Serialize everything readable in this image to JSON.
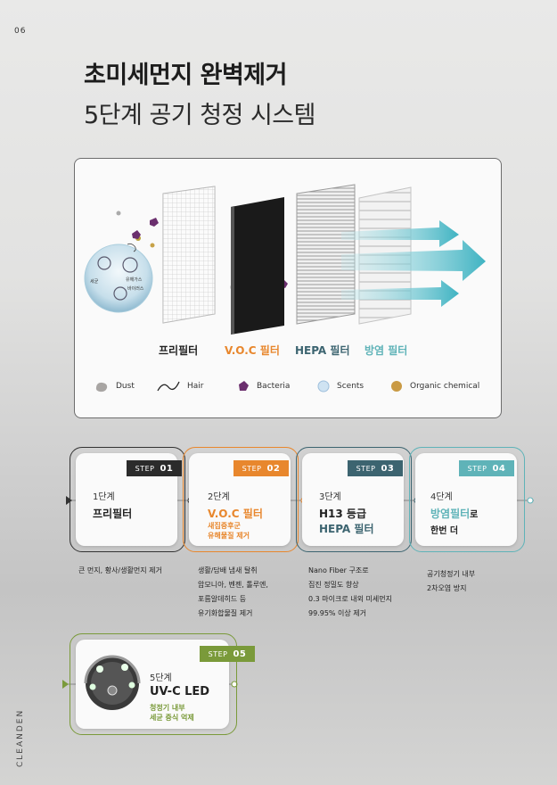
{
  "page": {
    "number": "06",
    "brand": "CLEANDEN"
  },
  "title": {
    "line1": "초미세먼지 완벽제거",
    "line2": "5단계 공기 청정 시스템"
  },
  "diagram": {
    "bubble_labels": [
      "유해가스",
      "세균",
      "바이러스"
    ],
    "filters": [
      {
        "label": "프리필터",
        "color": "#222222"
      },
      {
        "label": "V.O.C 필터",
        "color": "#e8872d"
      },
      {
        "label": "HEPA 필터",
        "color": "#3c6470"
      },
      {
        "label": "방염 필터",
        "color": "#5fb3b8"
      }
    ],
    "legend": [
      {
        "label": "Dust",
        "icon": "dust-icon"
      },
      {
        "label": "Hair",
        "icon": "hair-icon"
      },
      {
        "label": "Bacteria",
        "icon": "bacteria-icon"
      },
      {
        "label": "Scents",
        "icon": "scents-icon"
      },
      {
        "label": "Organic chemical",
        "icon": "organic-chemical-icon"
      }
    ]
  },
  "steps": [
    {
      "tag": "STEP",
      "no": "01",
      "color": "#2b2b2b",
      "num_label": "1단계",
      "name": "프리필터",
      "sub": "",
      "desc": [
        "큰 먼지, 황사/생활먼지 제거"
      ]
    },
    {
      "tag": "STEP",
      "no": "02",
      "color": "#e8872d",
      "num_label": "2단계",
      "name": "V.O.C 필터",
      "sub": "새집증후군\n유해물질 제거",
      "desc": [
        "생활/담배 냄새 탈취",
        "암모니아, 벤젠, 톨루엔,",
        "포름알데히드 등",
        "유기화합물질 제거"
      ]
    },
    {
      "tag": "STEP",
      "no": "03",
      "color": "#3c6470",
      "num_label": "3단계",
      "name": "H13 등급",
      "name2": "HEPA 필터",
      "desc": [
        "Nano Fiber 구조로",
        "집진 정밀도 향상",
        "0.3 마이크로 내외 미세먼지",
        "99.95% 이상 제거"
      ]
    },
    {
      "tag": "STEP",
      "no": "04",
      "color": "#5fb3b8",
      "num_label": "4단계",
      "name_color_part": "방염필터",
      "name_rest": "로",
      "name2": "한번 더",
      "desc": [
        "공기청정기 내부",
        "2차오염 방지"
      ]
    },
    {
      "tag": "STEP",
      "no": "05",
      "color": "#7a9a3a",
      "num_label": "5단계",
      "name": "UV-C LED",
      "sub": "청정기 내부\n세균 증식 억제",
      "desc": []
    }
  ]
}
